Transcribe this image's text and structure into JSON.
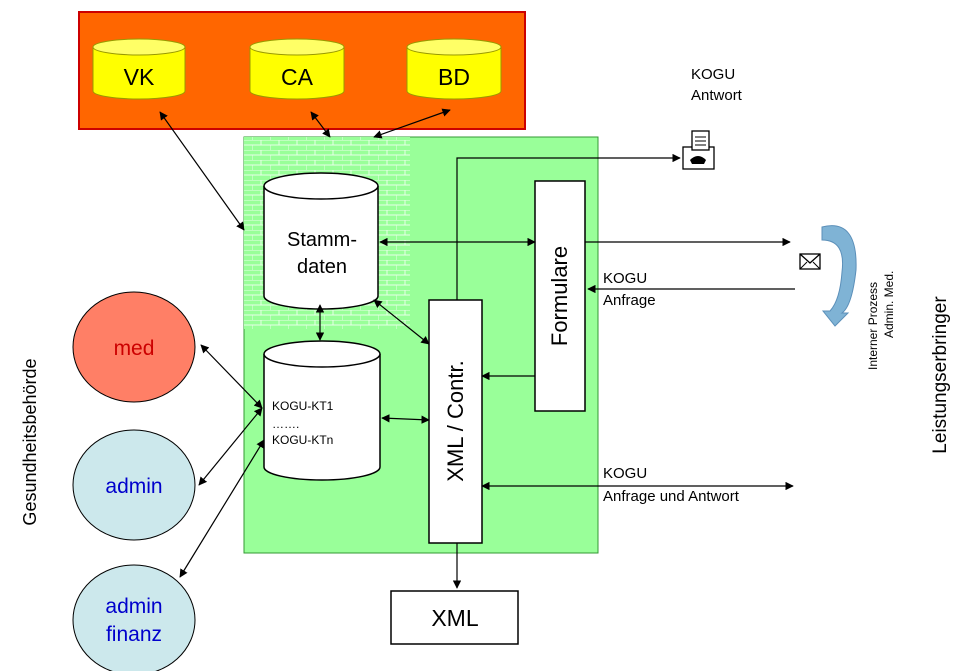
{
  "databases": {
    "vk": "VK",
    "ca": "CA",
    "bd": "BD"
  },
  "stammdaten": {
    "line1": "Stamm-",
    "line2": "daten"
  },
  "kogu_db": {
    "line1": "KOGU-KT1",
    "line2": "…….",
    "line3": "KOGU-KTn"
  },
  "boxes": {
    "formulare": "Formulare",
    "xml_contr": "XML / Contr.",
    "xml": "XML"
  },
  "roles": {
    "med": "med",
    "admin": "admin",
    "admin_finanz_1": "admin",
    "admin_finanz_2": "finanz"
  },
  "labels": {
    "kogu_antwort_1": "KOGU",
    "kogu_antwort_2": "Antwort",
    "kogu_anfrage_1": "KOGU",
    "kogu_anfrage_2": "Anfrage",
    "kogu_anfrage_antwort_1": "KOGU",
    "kogu_anfrage_antwort_2": "Anfrage und Antwort",
    "interner_prozess_1": "Interner Prozess",
    "interner_prozess_2": "Admin. Med.",
    "gesundheitsbehoerde": "Gesundheitsbehörde",
    "leistungserbringer": "Leistungserbringer"
  },
  "colors": {
    "db_bar_fill": "#ff6600",
    "db_bar_border": "#cc0000",
    "db_cylinder": "#ffff00",
    "system_area": "#99ff99",
    "system_border": "#339933",
    "med_fill": "#ff7f66",
    "med_text": "#cc0000",
    "admin_fill": "#cce8ec",
    "admin_text": "#0000cc",
    "arrow_cycle": "#7fb3d5"
  },
  "icons": {
    "fax": "fax-icon",
    "mail": "envelope-icon",
    "cycle": "curved-arrow-icon"
  }
}
